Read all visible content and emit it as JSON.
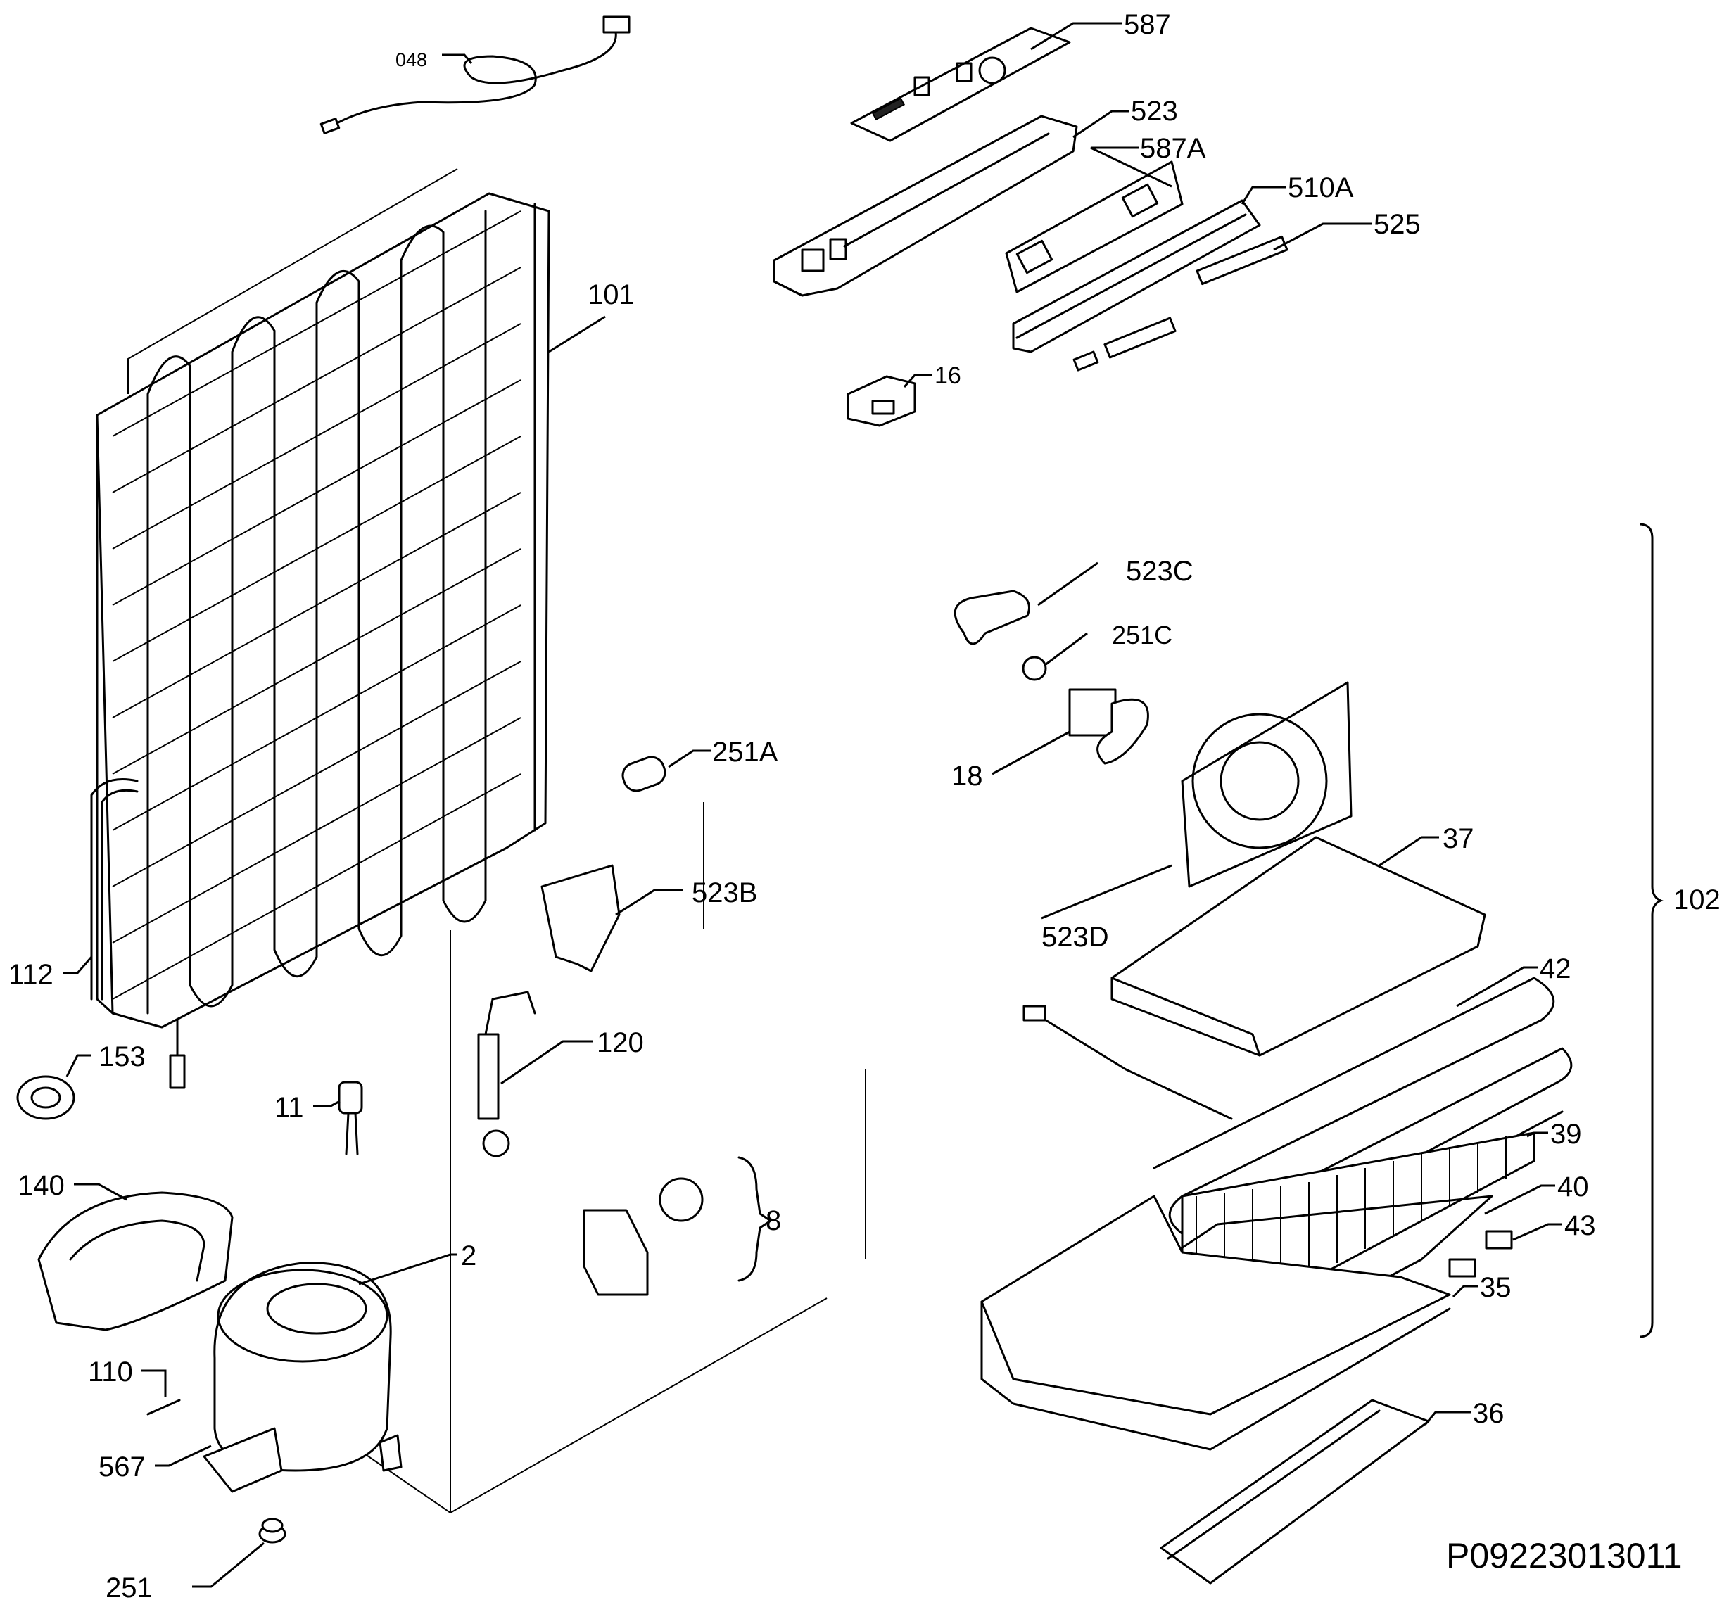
{
  "drawing_code": "P09223013011",
  "colors": {
    "ink": "#000000",
    "paper": "#ffffff"
  },
  "labels": {
    "p048": "048",
    "p587": "587",
    "p523": "523",
    "p587A": "587A",
    "p510A": "510A",
    "p525": "525",
    "p16": "16",
    "p101": "101",
    "p523C": "523C",
    "p251C": "251C",
    "p251A": "251A",
    "p18": "18",
    "p37": "37",
    "p523B": "523B",
    "p102": "102",
    "p523D": "523D",
    "p112": "112",
    "p42": "42",
    "p153": "153",
    "p120": "120",
    "p11": "11",
    "p39": "39",
    "p140": "140",
    "p8": "8",
    "p40": "40",
    "p43": "43",
    "p2": "2",
    "p35": "35",
    "p110": "110",
    "p36": "36",
    "p567": "567",
    "p251": "251"
  }
}
